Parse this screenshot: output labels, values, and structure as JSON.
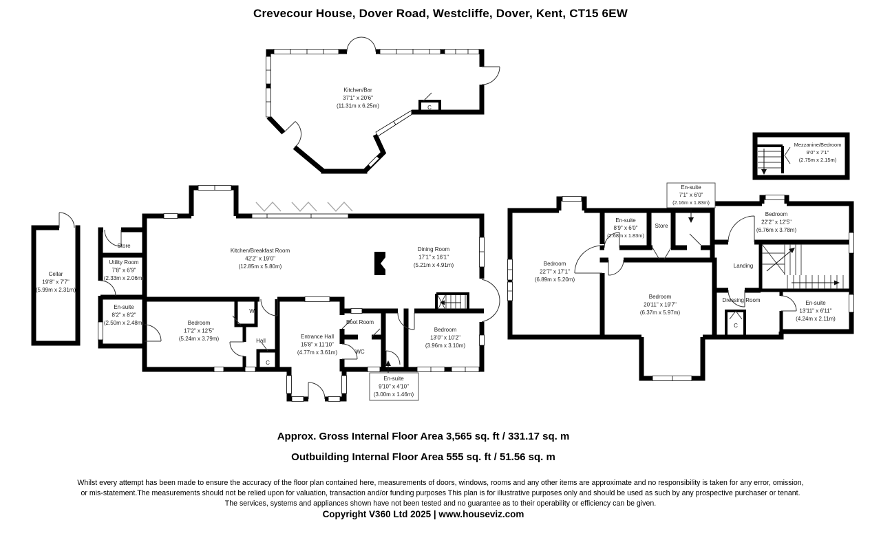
{
  "title": "Crevecour House, Dover Road, Westcliffe, Dover, Kent, CT15 6EW",
  "rooms": {
    "kitchen_bar": {
      "name": "Kitchen/Bar",
      "imperial": "37'1\" x 20'6\"",
      "metric": "(11.31m x 6.25m)"
    },
    "mezzanine": {
      "name": "Mezzanine/Bedroom",
      "imperial": "9'0\" x 7'1\"",
      "metric": "(2.75m x 2.15m)"
    },
    "cellar": {
      "name": "Cellar",
      "imperial": "19'8\" x 7'7\"",
      "metric": "(5.99m x 2.31m)"
    },
    "store_left": {
      "name": "Store"
    },
    "utility": {
      "name": "Utility Room",
      "imperial": "7'8\" x 6'9\"",
      "metric": "(2.33m x 2.06m)"
    },
    "ensuite_left": {
      "name": "En-suite",
      "imperial": "8'2\" x 8'2\"",
      "metric": "(2.50m x 2.48m)"
    },
    "kitchen_breakfast": {
      "name": "Kitchen/Breakfast Room",
      "imperial": "42'2\" x 19'0\"",
      "metric": "(12.85m x 5.80m)"
    },
    "dining": {
      "name": "Dining Room",
      "imperial": "17'1\" x 16'1\"",
      "metric": "(5.21m x 4.91m)"
    },
    "bedroom_17": {
      "name": "Bedroom",
      "imperial": "17'2\" x 12'5\"",
      "metric": "(5.24m x 3.79m)"
    },
    "hall": {
      "name": "Hall"
    },
    "entrance_hall": {
      "name": "Entrance Hall",
      "imperial": "15'8\" x 11'10\"",
      "metric": "(4.77m x 3.61m)"
    },
    "boot_room": {
      "name": "Boot Room"
    },
    "wc": {
      "name": "WC"
    },
    "bedroom_13": {
      "name": "Bedroom",
      "imperial": "13'0\" x 10'2\"",
      "metric": "(3.96m x 3.10m)"
    },
    "ensuite_9": {
      "name": "En-suite",
      "imperial": "9'10\" x 4'10\"",
      "metric": "(3.00m x 1.46m)"
    },
    "bedroom_22_7": {
      "name": "Bedroom",
      "imperial": "22'7\" x 17'1\"",
      "metric": "(6.89m x 5.20m)"
    },
    "ensuite_8_9": {
      "name": "En-suite",
      "imperial": "8'9\" x 6'0\"",
      "metric": "(2.68m x 1.83m)"
    },
    "store_right": {
      "name": "Store"
    },
    "ensuite_7_1": {
      "name": "En-suite",
      "imperial": "7'1\" x 6'0\"",
      "metric": "(2.16m x 1.83m)"
    },
    "bedroom_22_2": {
      "name": "Bedroom",
      "imperial": "22'2\" x 12'5\"",
      "metric": "(6.76m x 3.78m)"
    },
    "landing": {
      "name": "Landing"
    },
    "bedroom_20_11": {
      "name": "Bedroom",
      "imperial": "20'11\" x 19'7\"",
      "metric": "(6.37m x 5.97m)"
    },
    "dressing": {
      "name": "Dressing Room"
    },
    "ensuite_13_11": {
      "name": "En-suite",
      "imperial": "13'11\" x 6'11\"",
      "metric": "(4.24m x 2.11m)"
    }
  },
  "closets": {
    "c": "C",
    "w": "W"
  },
  "footer": {
    "area_main": "Approx. Gross Internal Floor Area 3,565 sq. ft / 331.17 sq. m",
    "area_outbuilding": "Outbuilding Internal Floor Area 555 sq. ft / 51.56 sq. m",
    "disclaimer_line1": "Whilst every attempt has been made to ensure the accuracy of the floor plan contained here, measurements of doors, windows, rooms and any other items are approximate and no responsibility is taken for any error, omission,",
    "disclaimer_line2": "or mis-statement.The measurements should not be relied upon for valuation, transaction and/or funding purposes This plan is for illustrative purposes only and should be used as such by any prospective purchaser or tenant.",
    "disclaimer_line3": "The services, systems and appliances shown have not been tested and no guarantee as to their operability or efficiency can be given.",
    "copyright": "Copyright V360 Ltd 2025 | www.houseviz.com"
  },
  "colors": {
    "wall": "#000000",
    "background": "#ffffff"
  }
}
